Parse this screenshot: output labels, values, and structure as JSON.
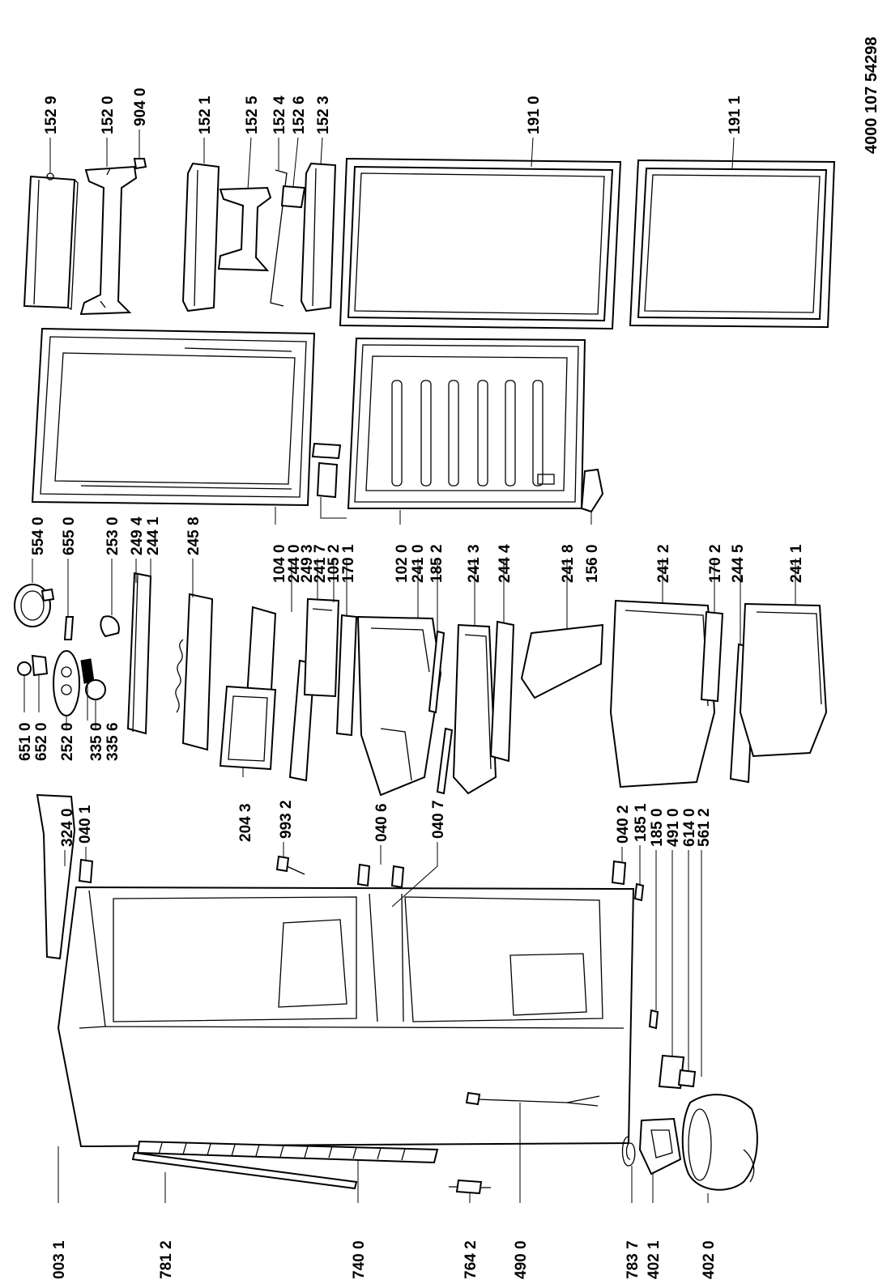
{
  "document_ref": "4000 107 54298",
  "labels": {
    "l1529": "152 9",
    "l1520": "152 0",
    "l9040": "904 0",
    "l1521": "152 1",
    "l1525": "152 5",
    "l1524": "152 4",
    "l1526": "152 6",
    "l1523": "152 3",
    "l1910": "191 0",
    "l1911": "191 1",
    "l5540": "554 0",
    "l6550": "655 0",
    "l2530": "253 0",
    "l2494": "249 4",
    "l2441": "244 1",
    "l2458": "245 8",
    "l1040": "104 0",
    "l2440": "244 0",
    "l2493": "249 3",
    "l2417": "241 7",
    "l1052": "105 2",
    "l1701": "170 1",
    "l1020": "102 0",
    "l2410": "241 0",
    "l1852": "185 2",
    "l2413": "241 3",
    "l2444": "244 4",
    "l2418": "241 8",
    "l1560": "156 0",
    "l2412": "241 2",
    "l1702": "170 2",
    "l2445": "244 5",
    "l2411": "241 1",
    "l6510": "651 0",
    "l6520": "652 0",
    "l2520": "252 0",
    "l3350": "335 0",
    "l3356": "335 6",
    "l2043": "204 3",
    "l9932": "993 2",
    "l3240": "324 0",
    "l0401": "040 1",
    "l0406": "040 6",
    "l0407": "040 7",
    "l0402": "040 2",
    "l1851": "185 1",
    "l1850": "185 0",
    "l4910": "491 0",
    "l6140": "614 0",
    "l5612": "561 2",
    "l0031": "003 1",
    "l7812": "781 2",
    "l7400": "740 0",
    "l7642": "764 2",
    "l4900": "490 0",
    "l7837": "783 7",
    "l4021": "402 1",
    "l4020": "402 0"
  }
}
